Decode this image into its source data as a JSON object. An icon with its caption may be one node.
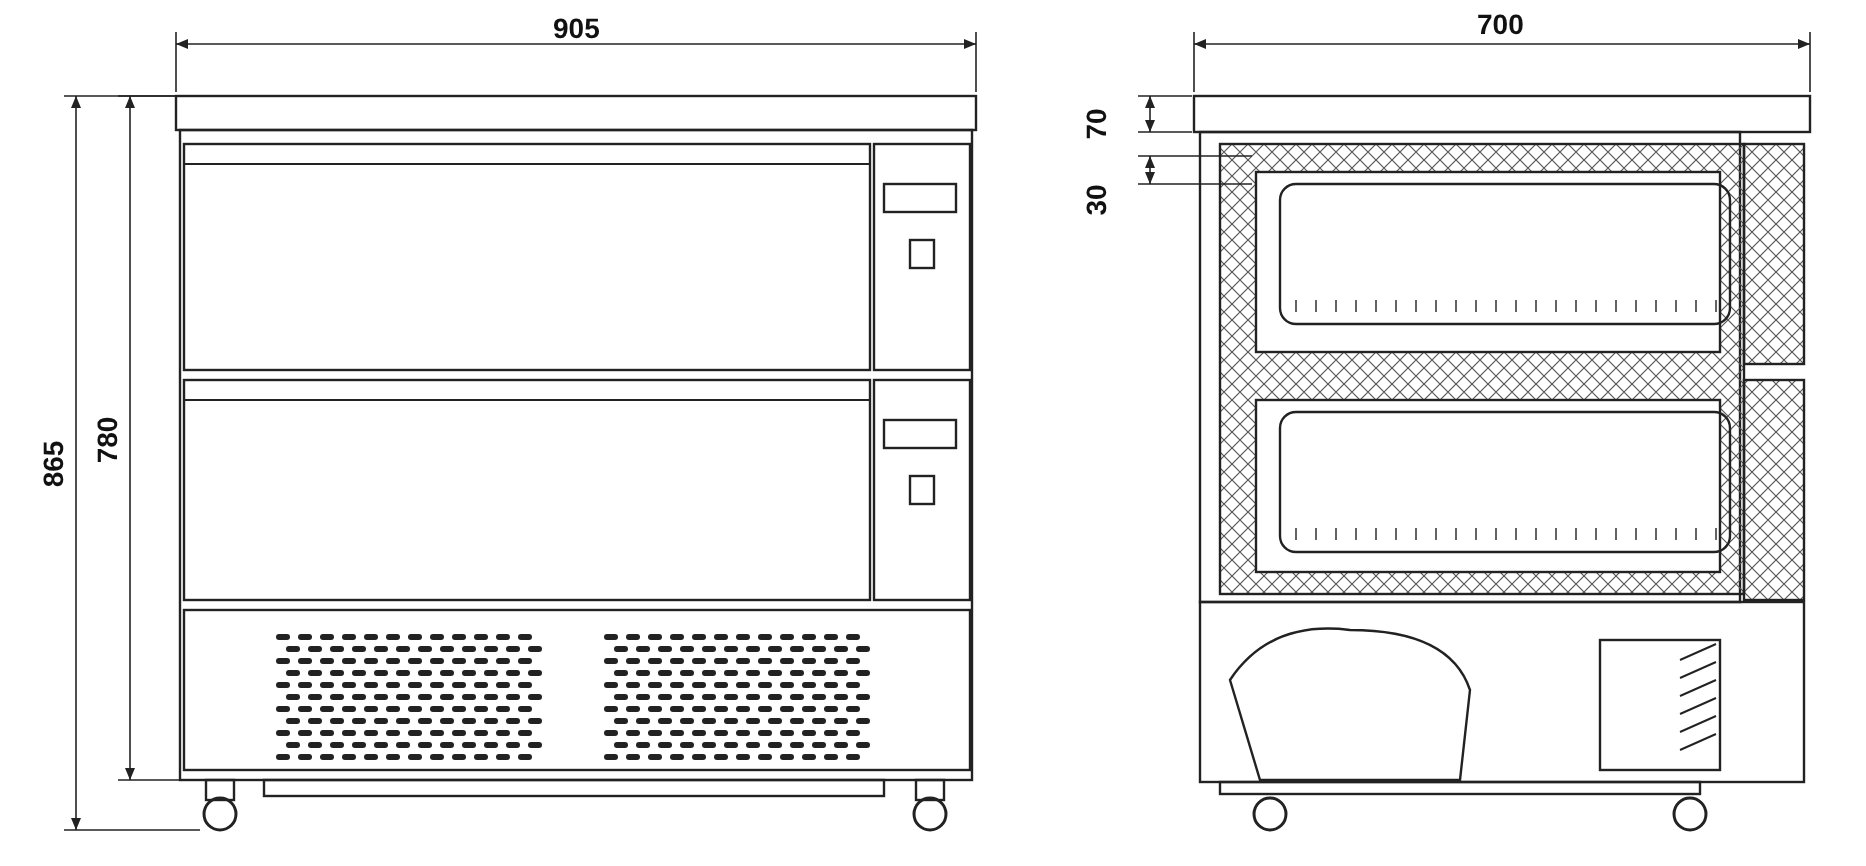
{
  "diagram": {
    "labels": [
      "905",
      "700",
      "70",
      "30",
      "865",
      "780"
    ]
  }
}
